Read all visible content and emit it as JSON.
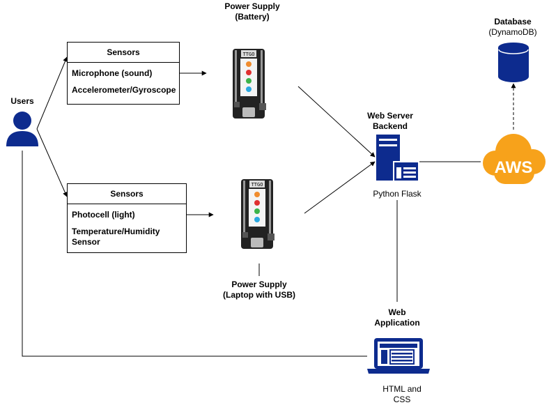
{
  "users": {
    "label": "Users",
    "color": "#0d2b8e"
  },
  "sensors_top": {
    "title": "Sensors",
    "items": [
      "Microphone (sound)",
      "Accelerometer/Gyroscope"
    ]
  },
  "sensors_bottom": {
    "title": "Sensors",
    "items": [
      "Photocell (light)",
      "Temperature/Humidity\nSensor"
    ]
  },
  "board_top": {
    "chip_label": "TTGO",
    "power_label": "Power Supply\n(Battery)"
  },
  "board_bottom": {
    "chip_label": "TTGO",
    "power_label": "Power Supply\n(Laptop with USB)"
  },
  "web_server": {
    "label": "Web Server\nBackend",
    "framework": "Python Flask",
    "color": "#0d2b8e"
  },
  "aws": {
    "logo_text": "AWS",
    "color": "#f7a21b"
  },
  "database": {
    "label": "Database",
    "sublabel": "(DynamoDB)",
    "color": "#0d2b8e"
  },
  "web_app": {
    "label": "Web\nApplication",
    "stack": "HTML and\nCSS",
    "color": "#0d2b8e"
  }
}
